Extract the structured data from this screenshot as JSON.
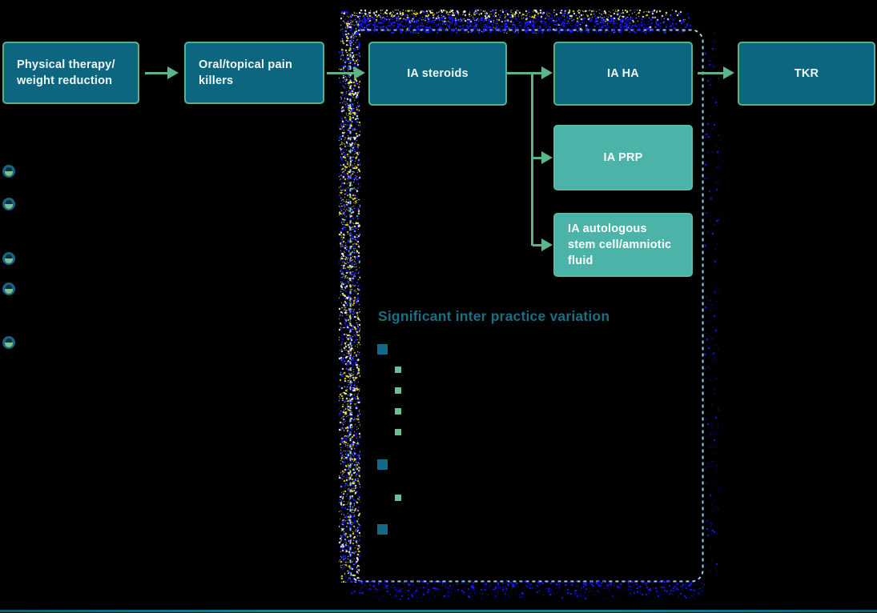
{
  "diagram": {
    "title_hint": "Knee osteoarthritis treatment pathway",
    "nodes": [
      {
        "id": "physical-therapy",
        "label": "Physical therapy/\nweight reduction",
        "variant": "dark"
      },
      {
        "id": "pain-killers",
        "label": "Oral/topical pain\nkillers",
        "variant": "dark"
      },
      {
        "id": "ia-steroids",
        "label": "IA steroids",
        "variant": "dark"
      },
      {
        "id": "ia-ha",
        "label": "IA HA",
        "variant": "dark"
      },
      {
        "id": "tkr",
        "label": "TKR",
        "variant": "dark"
      },
      {
        "id": "ia-prp",
        "label": "IA PRP",
        "variant": "light"
      },
      {
        "id": "ia-stem-cell",
        "label": "IA autologous\nstem cell/amniotic\nfluid",
        "variant": "light"
      }
    ],
    "edges": [
      {
        "from": "physical-therapy",
        "to": "pain-killers"
      },
      {
        "from": "pain-killers",
        "to": "ia-steroids"
      },
      {
        "from": "ia-steroids",
        "to": "ia-ha"
      },
      {
        "from": "ia-steroids",
        "to": "ia-prp"
      },
      {
        "from": "ia-steroids",
        "to": "ia-stem-cell"
      },
      {
        "from": "ia-ha",
        "to": "tkr"
      }
    ],
    "dashed_region_note": "dashed rounded rectangle groups IA steroids / IA HA / IA PRP / IA stem cell options",
    "heading": "Significant inter practice variation",
    "variation_bullets": [
      {
        "level": 1
      },
      {
        "level": 2
      },
      {
        "level": 2
      },
      {
        "level": 2
      },
      {
        "level": 2
      },
      {
        "level": 1
      },
      {
        "level": 2
      },
      {
        "level": 1
      }
    ],
    "left_list_bullet_count": 5,
    "colors": {
      "background": "#000000",
      "node_dark_fill": "#0d667f",
      "node_border_green": "#56b287",
      "node_light_fill": "#4bb3a7",
      "arrow_green": "#5cb489",
      "dashed_border_blue": "#9bd4ea",
      "heading_teal": "#1b6e84",
      "bullet_teal": "#136a86",
      "bullet_green": "#6cbf93",
      "node_text": "#eef6f6"
    },
    "icons": {
      "left_bullet": "eye-bullet-icon",
      "connector": "arrow-right-icon"
    }
  }
}
